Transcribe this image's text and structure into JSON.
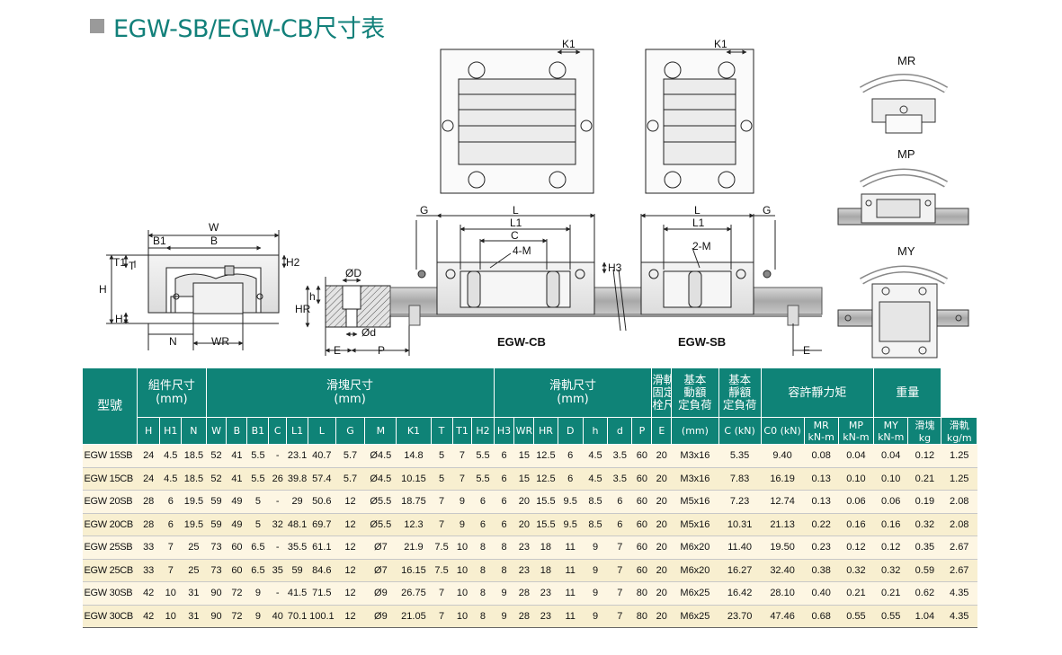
{
  "page": {
    "title": "EGW-SB/EGW-CB尺寸表"
  },
  "drawing": {
    "labels": {
      "W": "W",
      "B": "B",
      "B1": "B1",
      "T1": "T1",
      "T": "T",
      "H": "H",
      "H1": "H1",
      "H2": "H2",
      "N": "N",
      "WR": "WR",
      "OD": "ØD",
      "Od": "Ød",
      "h": "h",
      "HR": "HR",
      "E": "E",
      "P": "P",
      "G": "G",
      "L": "L",
      "L1": "L1",
      "C": "C",
      "M4": "4-M",
      "M2": "2-M",
      "H3": "H3",
      "K1": "K1",
      "MR": "MR",
      "MP": "MP",
      "MY": "MY"
    },
    "caption_cb": "EGW-CB",
    "caption_sb": "EGW-SB"
  },
  "table": {
    "group_headers": {
      "model": "型號",
      "assembly": "組件尺寸",
      "assembly_unit": "(mm)",
      "block": "滑塊尺寸",
      "block_unit": "(mm)",
      "rail": "滑軌尺寸",
      "rail_unit": "(mm)",
      "bolt_1": "滑軌的",
      "bolt_2": "固定螺",
      "bolt_3": "栓尺寸",
      "dyn_1": "基本",
      "dyn_2": "動額",
      "dyn_3": "定負荷",
      "stat_1": "基本",
      "stat_2": "靜額",
      "stat_3": "定負荷",
      "moment": "容許靜力矩",
      "weight": "重量"
    },
    "sub_headers": [
      "H",
      "H1",
      "N",
      "W",
      "B",
      "B1",
      "C",
      "L1",
      "L",
      "G",
      "M",
      "K1",
      "T",
      "T1",
      "H2",
      "H3",
      "WR",
      "HR",
      "D",
      "h",
      "d",
      "P",
      "E",
      "(mm)",
      "C (kN)",
      "C0 (kN)",
      "MR",
      "MP",
      "MY",
      "滑塊",
      "滑軌"
    ],
    "unit_headers": {
      "MR": "kN-m",
      "MP": "kN-m",
      "MY": "kN-m",
      "block": "kg",
      "rail": "kg/m"
    },
    "rows": [
      [
        "EGW 15SB",
        "24",
        "4.5",
        "18.5",
        "52",
        "41",
        "5.5",
        "-",
        "23.1",
        "40.7",
        "5.7",
        "Ø4.5",
        "14.8",
        "5",
        "7",
        "5.5",
        "6",
        "15",
        "12.5",
        "6",
        "4.5",
        "3.5",
        "60",
        "20",
        "M3x16",
        "5.35",
        "9.40",
        "0.08",
        "0.04",
        "0.04",
        "0.12",
        "1.25"
      ],
      [
        "EGW 15CB",
        "24",
        "4.5",
        "18.5",
        "52",
        "41",
        "5.5",
        "26",
        "39.8",
        "57.4",
        "5.7",
        "Ø4.5",
        "10.15",
        "5",
        "7",
        "5.5",
        "6",
        "15",
        "12.5",
        "6",
        "4.5",
        "3.5",
        "60",
        "20",
        "M3x16",
        "7.83",
        "16.19",
        "0.13",
        "0.10",
        "0.10",
        "0.21",
        "1.25"
      ],
      [
        "EGW 20SB",
        "28",
        "6",
        "19.5",
        "59",
        "49",
        "5",
        "-",
        "29",
        "50.6",
        "12",
        "Ø5.5",
        "18.75",
        "7",
        "9",
        "6",
        "6",
        "20",
        "15.5",
        "9.5",
        "8.5",
        "6",
        "60",
        "20",
        "M5x16",
        "7.23",
        "12.74",
        "0.13",
        "0.06",
        "0.06",
        "0.19",
        "2.08"
      ],
      [
        "EGW 20CB",
        "28",
        "6",
        "19.5",
        "59",
        "49",
        "5",
        "32",
        "48.1",
        "69.7",
        "12",
        "Ø5.5",
        "12.3",
        "7",
        "9",
        "6",
        "6",
        "20",
        "15.5",
        "9.5",
        "8.5",
        "6",
        "60",
        "20",
        "M5x16",
        "10.31",
        "21.13",
        "0.22",
        "0.16",
        "0.16",
        "0.32",
        "2.08"
      ],
      [
        "EGW 25SB",
        "33",
        "7",
        "25",
        "73",
        "60",
        "6.5",
        "-",
        "35.5",
        "61.1",
        "12",
        "Ø7",
        "21.9",
        "7.5",
        "10",
        "8",
        "8",
        "23",
        "18",
        "11",
        "9",
        "7",
        "60",
        "20",
        "M6x20",
        "11.40",
        "19.50",
        "0.23",
        "0.12",
        "0.12",
        "0.35",
        "2.67"
      ],
      [
        "EGW 25CB",
        "33",
        "7",
        "25",
        "73",
        "60",
        "6.5",
        "35",
        "59",
        "84.6",
        "12",
        "Ø7",
        "16.15",
        "7.5",
        "10",
        "8",
        "8",
        "23",
        "18",
        "11",
        "9",
        "7",
        "60",
        "20",
        "M6x20",
        "16.27",
        "32.40",
        "0.38",
        "0.32",
        "0.32",
        "0.59",
        "2.67"
      ],
      [
        "EGW 30SB",
        "42",
        "10",
        "31",
        "90",
        "72",
        "9",
        "-",
        "41.5",
        "71.5",
        "12",
        "Ø9",
        "26.75",
        "7",
        "10",
        "8",
        "9",
        "28",
        "23",
        "11",
        "9",
        "7",
        "80",
        "20",
        "M6x25",
        "16.42",
        "28.10",
        "0.40",
        "0.21",
        "0.21",
        "0.62",
        "4.35"
      ],
      [
        "EGW 30CB",
        "42",
        "10",
        "31",
        "90",
        "72",
        "9",
        "40",
        "70.1",
        "100.1",
        "12",
        "Ø9",
        "21.05",
        "7",
        "10",
        "8",
        "9",
        "28",
        "23",
        "11",
        "9",
        "7",
        "80",
        "20",
        "M6x25",
        "23.70",
        "47.46",
        "0.68",
        "0.55",
        "0.55",
        "1.04",
        "4.35"
      ]
    ]
  }
}
